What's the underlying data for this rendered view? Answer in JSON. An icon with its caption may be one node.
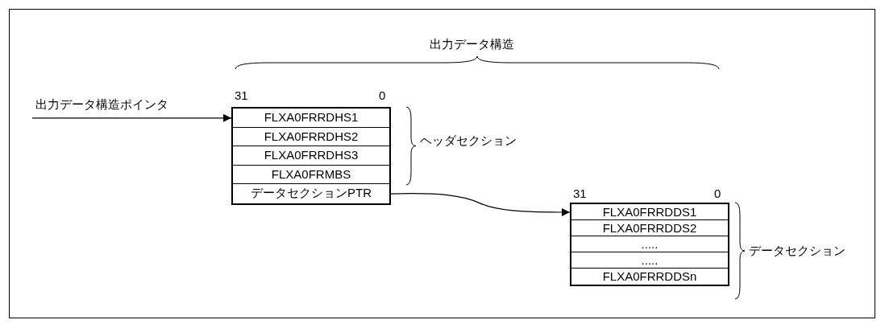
{
  "diagram": {
    "title": "出力データ構造",
    "nodes": [
      {
        "text": [
          "出力データ構造ポインタ"
        ]
      },
      {
        "text": [],
        "shape": "box"
      },
      {
        "text": [
          "FLXA0FRRDHS1"
        ],
        "in": 1
      },
      {
        "text": [
          "FLXA0FRRDHS2"
        ],
        "in": 1
      },
      {
        "text": [
          "FLXA0FRRDHS3"
        ],
        "in": 1
      },
      {
        "text": [
          "FLXA0FRMBS"
        ],
        "in": 1
      },
      {
        "text": [
          "データセクションPTR"
        ],
        "in": 1
      },
      {
        "text": [],
        "shape": "box"
      },
      {
        "text": [
          "FLXA0FRRDDS1"
        ],
        "in": 7
      },
      {
        "text": [
          "FLXA0FRRDDS2"
        ],
        "in": 7
      },
      {
        "text": [
          "....."
        ],
        "in": 7
      },
      {
        "text": [
          "....."
        ],
        "in": 7
      },
      {
        "text": [
          "FLXA0FRRDDSn"
        ],
        "in": 7
      }
    ],
    "edges": [
      {
        "from": 0,
        "to": 2,
        "arrow": "to"
      },
      {
        "from": 6,
        "to": 8,
        "arrow": "to"
      }
    ],
    "labels": [
      "31",
      "0",
      "ヘッダセクション",
      "31",
      "0",
      "データセクション"
    ]
  }
}
